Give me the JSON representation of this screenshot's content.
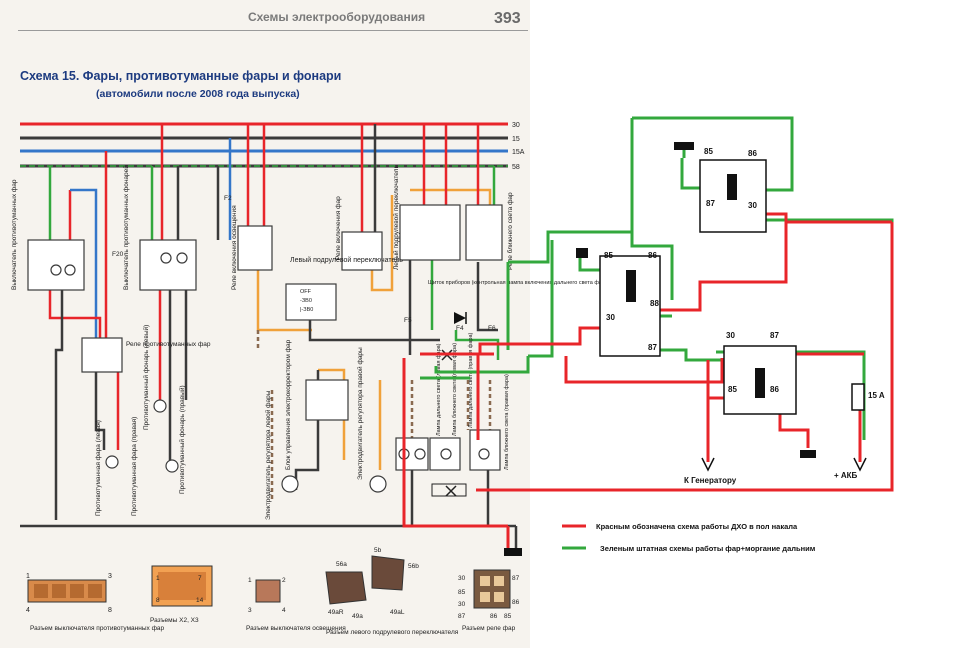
{
  "header": {
    "section": "Схемы электрооборудования",
    "page_number": "393"
  },
  "title": {
    "main": "Схема 15. Фары, противотуманные фары и фонари",
    "sub": "(автомобили после 2008 года выпуска)"
  },
  "bus_labels": [
    "30",
    "15",
    "15A",
    "58"
  ],
  "fuses": [
    "F2",
    "F20",
    "F5",
    "F4",
    "F6"
  ],
  "components": {
    "fog_switch": "Выключатель противотуманных фар",
    "rear_fog_switch": "Выключатель противотуманных фонарей",
    "fog_relay": "Реле противотуманных фар",
    "left_fog_lamp": "Противотуманная фара (левая)",
    "right_fog_lamp": "Противотуманная фара (правая)",
    "left_fog_rear": "Противотуманный фонарь (левый)",
    "right_fog_rear": "Противотуманный фонарь (правый)",
    "light_relay": "Реле включения освещения",
    "column_switch": "Левый подрулевой переключатель",
    "column_positions": [
      "OFF",
      "-ЗВ0",
      "|-ЗВ0"
    ],
    "headlamp_relay": "Реле включения фар",
    "left_column_switch": "Левый подрулевой переключатель",
    "low_beam_relay": "Реле ближнего света фар",
    "instrument_panel": "Щиток приборов (контрольная лампа включения дальнего света фар)",
    "leveling_unit": "Блок управления электрокорректором фар",
    "left_corrector": "Электродвигатель регулятора левой фары",
    "right_corrector": "Электродвигатель регулятора правой фары",
    "left_high": "Лампа дальнего света (левая фара)",
    "left_low": "Лампа ближнего света (левая фара)",
    "right_high": "Лампа дальнего света (правая фара)",
    "right_low": "Лампа ближнего света (правая фара)"
  },
  "connectors": [
    {
      "label": "Разъем выключателя противотуманных фар",
      "pins": [
        "1",
        "3",
        "4",
        "8"
      ]
    },
    {
      "label": "Разъемы X2, X3",
      "pins": [
        "1",
        "7",
        "8",
        "14"
      ]
    },
    {
      "label": "Разъем выключателя освещения",
      "pins": [
        "1",
        "2",
        "3",
        "4"
      ]
    },
    {
      "label": "Разъем левого подрулевого переключателя",
      "pins": [
        "56a",
        "5b",
        "56b",
        "49aR",
        "49a",
        "49aL"
      ]
    },
    {
      "label": "Разъем реле фар",
      "pins": [
        "30",
        "87",
        "85",
        "30",
        "86",
        "87",
        "86",
        "85"
      ]
    }
  ],
  "relays": [
    {
      "pin85": "85",
      "pin86": "86",
      "pin87": "87",
      "pin30": "30"
    },
    {
      "pin85": "85",
      "pin86": "86",
      "pin88": "88",
      "pin30": "30",
      "pin87": "87"
    },
    {
      "pin30": "30",
      "pin87": "87",
      "pin85": "85",
      "pin86": "86"
    }
  ],
  "fuse_15a": "15 A",
  "generator": "К Генератору",
  "battery": "+ АКБ",
  "legend": {
    "red": "Красным обозначена схема работы ДХО в пол накала",
    "green": "Зеленым штатная схемы работы фар+моргание дальним"
  },
  "colors": {
    "red": "#e8252a",
    "green": "#33a83d",
    "blue": "#3476c9",
    "orange": "#f0a13a",
    "wire_dark": "#222222"
  }
}
